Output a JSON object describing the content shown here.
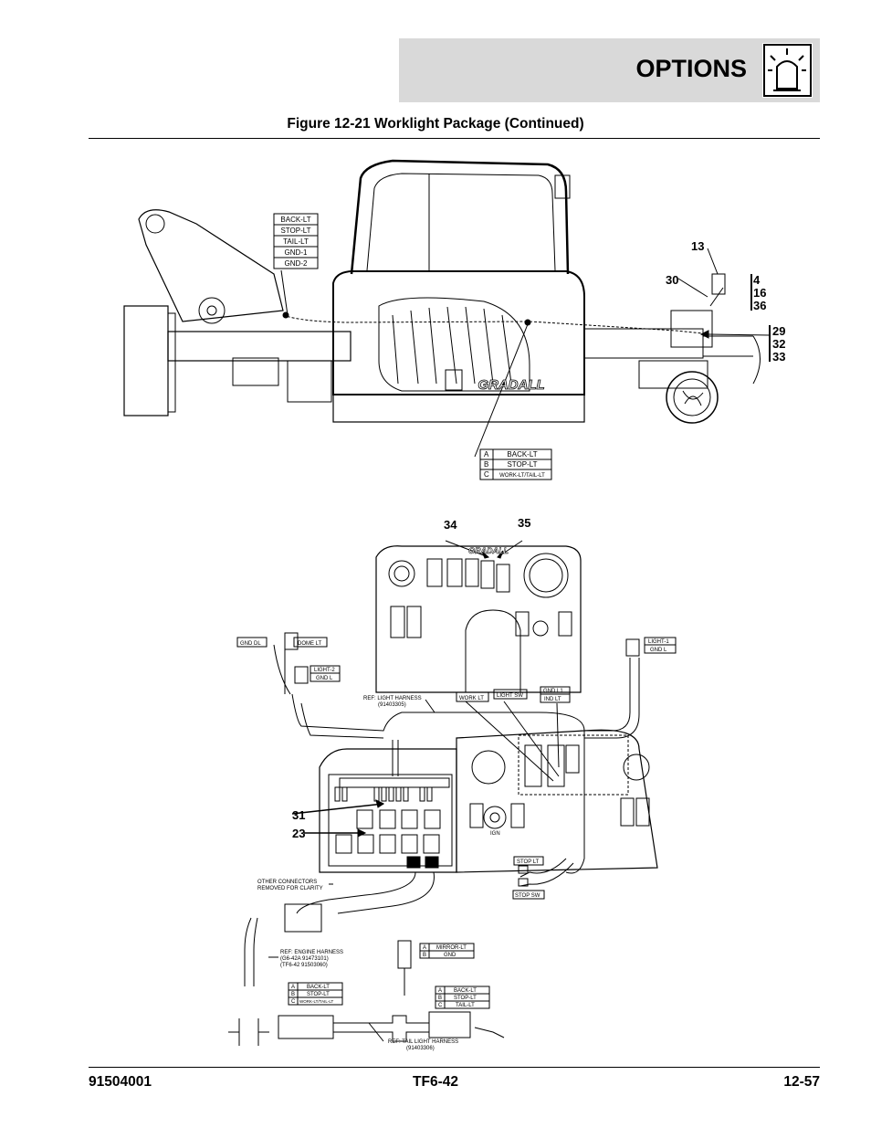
{
  "header": {
    "section": "OPTIONS",
    "icon": "worklight-icon"
  },
  "figure_title": "Figure 12-21 Worklight Package (Continued)",
  "top_view": {
    "wire_table": [
      "BACK-LT",
      "STOP-LT",
      "TAIL-LT",
      "GND-1",
      "GND-2"
    ],
    "brand": "GRADALL",
    "connector_table": [
      {
        "pin": "A",
        "label": "BACK-LT"
      },
      {
        "pin": "B",
        "label": "STOP-LT"
      },
      {
        "pin": "C",
        "label": "WORK-LT/TAIL-LT"
      }
    ],
    "callouts": [
      "13",
      "30",
      "4",
      "16",
      "36",
      "29",
      "32",
      "33"
    ]
  },
  "bottom_view": {
    "callouts": [
      "34",
      "35",
      "31",
      "23"
    ],
    "brand": "GRADALL",
    "labels": {
      "gnd_dl": "GND DL",
      "dome_lt": "DOME LT",
      "light2": "LIGHT-2",
      "gnd_l_a": "GND L",
      "light1": "LIGHT-1",
      "gnd_l_b": "GND L",
      "ref_light_harness": "REF: LIGHT HARNESS",
      "ref_light_harness_pn": "(91403305)",
      "work_lt": "WORK LT",
      "light_sw": "LIGHT SW",
      "gnd_l1": "GND L1",
      "ind_lt": "IND LT",
      "ign": "IGN",
      "stop_lt": "STOP LT",
      "stop_sw": "STOP SW",
      "other_connectors_1": "OTHER CONNECTORS",
      "other_connectors_2": "REMOVED FOR CLARITY",
      "ref_engine_1": "REF: ENGINE HARNESS",
      "ref_engine_2": "(G6-42A  91473101)",
      "ref_engine_3": "(TF6-42  91503060)",
      "ref_tail_1": "REF: TAIL LIGHT HARNESS",
      "ref_tail_2": "(91403306)"
    },
    "mirror_table": [
      {
        "pin": "A",
        "label": "MIRROR-LT"
      },
      {
        "pin": "B",
        "label": "GND"
      }
    ],
    "engine_table": [
      {
        "pin": "A",
        "label": "BACK-LT"
      },
      {
        "pin": "B",
        "label": "STOP-LT"
      },
      {
        "pin": "C",
        "label": "WORK-LT/TAIL-LT"
      }
    ],
    "tail_table": [
      {
        "pin": "A",
        "label": "BACK-LT"
      },
      {
        "pin": "B",
        "label": "STOP-LT"
      },
      {
        "pin": "C",
        "label": "TAIL-LT"
      }
    ]
  },
  "footer": {
    "left": "91504001",
    "center": "TF6-42",
    "right": "12-57"
  }
}
